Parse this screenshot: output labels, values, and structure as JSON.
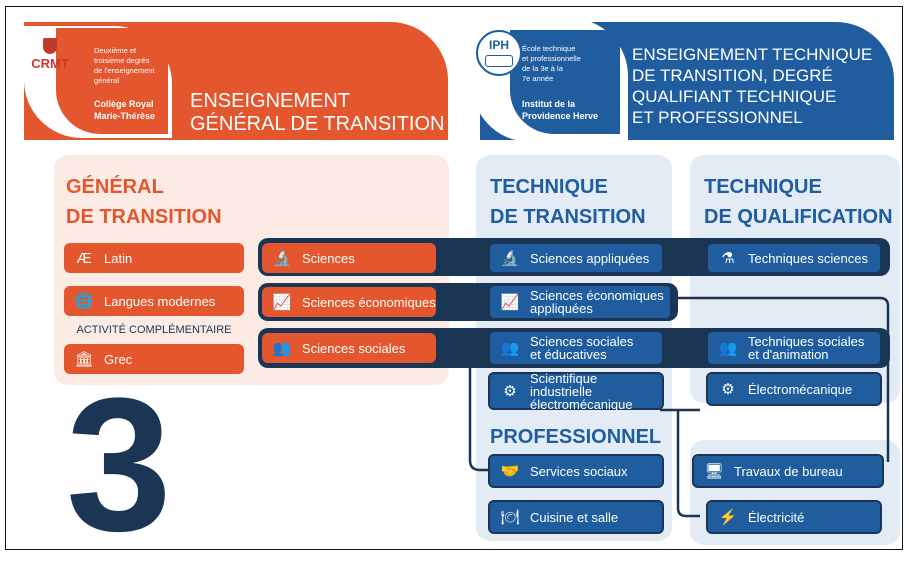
{
  "header_left": {
    "logo_text": "CRMT",
    "description": [
      "Deuxième et",
      "troisième degrés",
      "de l'enseignement",
      "général"
    ],
    "school_name": [
      "Collège Royal",
      "Marie-Thérèse"
    ],
    "title": [
      "ENSEIGNEMENT",
      "GÉNÉRAL DE TRANSITION"
    ]
  },
  "header_right": {
    "logo_text": "IPH",
    "description": [
      "École technique",
      "et professionnelle",
      "de la 3e à la",
      "7e année"
    ],
    "school_name": [
      "Institut de la",
      "Providence Herve"
    ],
    "title": [
      "ENSEIGNEMENT TECHNIQUE",
      "DE TRANSITION, DEGRÉ",
      "QUALIFIANT TECHNIQUE",
      "ET PROFESSIONNEL"
    ]
  },
  "columns": {
    "general": [
      "GÉNÉRAL",
      "DE TRANSITION"
    ],
    "tech_transition": [
      "TECHNIQUE",
      "DE TRANSITION"
    ],
    "tech_qualification": [
      "TECHNIQUE",
      "DE QUALIFICATION"
    ],
    "professional": "PROFESSIONNEL"
  },
  "general_options": {
    "latin": "Latin",
    "langues": "Langues modernes",
    "activity_label": "ACTIVITÉ COMPLÉMENTAIRE",
    "grec": "Grec",
    "sciences": "Sciences",
    "sciences_eco": "Sciences économiques",
    "sciences_soc": "Sciences sociales"
  },
  "tech_transition_options": {
    "sciences_appl": "Sciences appliquées",
    "sciences_eco_appl": [
      "Sciences économiques",
      "appliquées"
    ],
    "sciences_soc_edu": [
      "Sciences sociales",
      "et éducatives"
    ],
    "scient_indus": [
      "Scientifique industrielle",
      "électromécanique"
    ]
  },
  "tech_qualification_options": {
    "tech_sciences": "Techniques sciences",
    "tech_sociales": [
      "Techniques sociales",
      "et d'animation"
    ],
    "electromeca": "Électromécanique"
  },
  "professional_options": {
    "services_sociaux": "Services sociaux",
    "cuisine": "Cuisine et salle",
    "travaux_bureau": "Travaux de bureau",
    "electricite": "Électricité"
  },
  "big_number": "3",
  "colors": {
    "orange": "#e4572e",
    "blue": "#1f5d9e",
    "navy": "#1a3654",
    "light_orange": "#fcebe4",
    "light_blue": "#e3ebf4"
  }
}
